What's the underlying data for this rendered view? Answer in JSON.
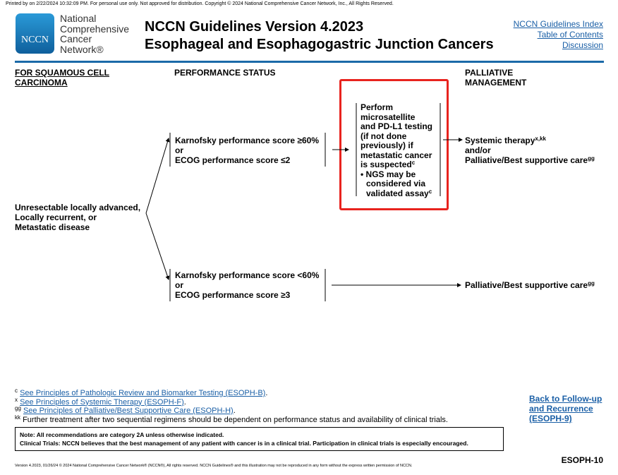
{
  "print_line": "Printed by   on 2/22/2024 10:32:09 PM. For personal use only. Not approved for distribution. Copyright © 2024 National Comprehensive Cancer Network, Inc., All Rights Reserved.",
  "logo": {
    "mark": "NCCN",
    "lines": [
      "National",
      "Comprehensive",
      "Cancer",
      "Network®"
    ],
    "color": "#1b75bb"
  },
  "title": {
    "line1": "NCCN Guidelines Version 4.2023",
    "line2": "Esophageal and Esophagogastric Junction Cancers"
  },
  "nav": [
    "NCCN Guidelines Index",
    "Table of Contents",
    "Discussion"
  ],
  "headers": {
    "col1_1": "FOR SQUAMOUS CELL",
    "col1_2": "CARCINOMA",
    "col2": "PERFORMANCE STATUS",
    "col4_1": "PALLIATIVE",
    "col4_2": "MANAGEMENT"
  },
  "start": [
    "Unresectable locally advanced,",
    "Locally recurrent, or",
    "Metastatic disease"
  ],
  "ps_high": [
    "Karnofsky performance score ≥60%",
    "or",
    "ECOG performance score ≤2"
  ],
  "ps_low": [
    "Karnofsky performance score <60%",
    "or",
    "ECOG performance score ≥3"
  ],
  "testing": [
    "Perform",
    "microsatellite",
    "and PD-L1 testing",
    "(if not done",
    "previously) if",
    "metastatic cancer",
    "is suspected",
    "• NGS may be",
    "considered via",
    "validated assay"
  ],
  "testing_sup": "c",
  "mgmt_high": {
    "l1": "Systemic therapy",
    "l1_sup": "x,kk",
    "l2": "and/or",
    "l3": "Palliative/Best supportive care",
    "l3_sup": "gg"
  },
  "mgmt_low": {
    "l1": "Palliative/Best supportive care",
    "l1_sup": "gg"
  },
  "footnotes": [
    {
      "sup": "c",
      "text": "See Principles of Pathologic Review and Biomarker Testing (ESOPH-B)",
      "end": "."
    },
    {
      "sup": "x",
      "text": "See Principles of Systemic Therapy (ESOPH-F)",
      "end": "."
    },
    {
      "sup": "gg",
      "text": "See Principles of Palliative/Best Supportive Care (ESOPH-H)",
      "end": "."
    },
    {
      "sup": "kk",
      "text": "Further treatment after two sequential regimens should be dependent on performance status and availability of clinical trials.",
      "end": ""
    }
  ],
  "back_link": [
    "Back to Follow-up",
    "and Recurrence",
    "(ESOPH-9)"
  ],
  "note": {
    "l1": "Note: All recommendations are category 2A unless otherwise indicated.",
    "l2": "Clinical Trials: NCCN believes that the best management of any patient with cancer is in a clinical trial. Participation in clinical trials is especially encouraged."
  },
  "page_id": "ESOPH-10",
  "copyright": "Version 4.2023, 01/26/24 © 2024 National Comprehensive Cancer Network® (NCCN®), All rights reserved. NCCN Guidelines® and this illustration may not be reproduced in any form without the express written permission of NCCN."
}
